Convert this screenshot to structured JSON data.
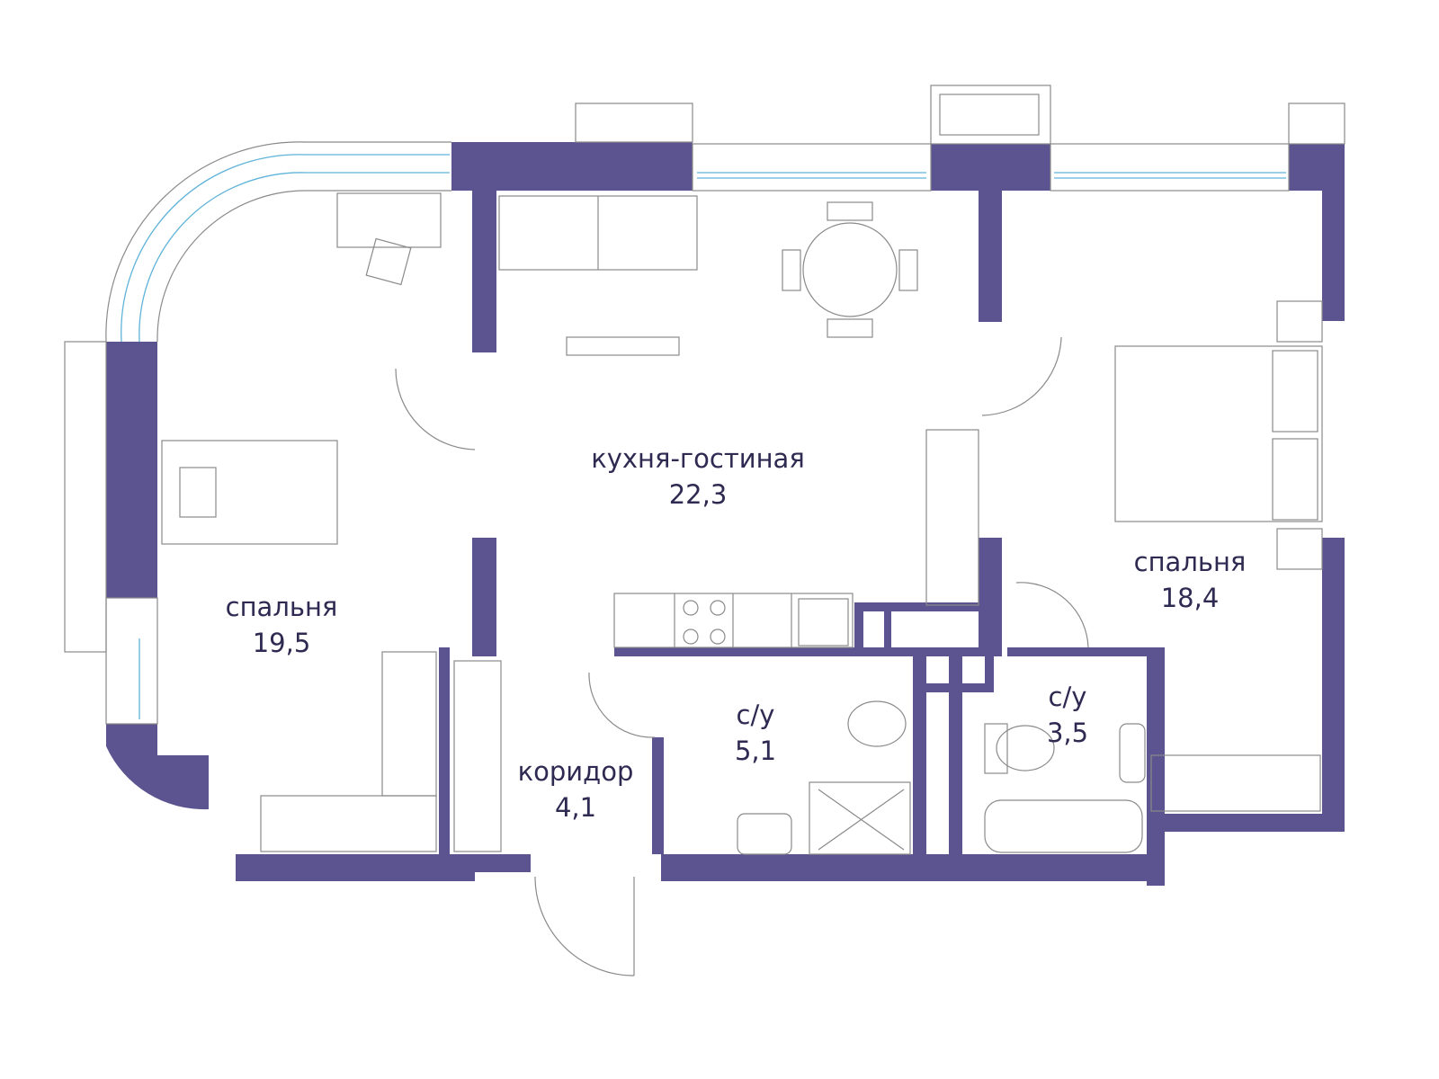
{
  "plan": {
    "wall_color": "#5b5490",
    "rooms": [
      {
        "name": "кухня-гостиная",
        "area": "22,3"
      },
      {
        "name": "спальня",
        "area": "19,5"
      },
      {
        "name": "спальня",
        "area": "18,4"
      },
      {
        "name": "с/у",
        "area": "5,1"
      },
      {
        "name": "с/у",
        "area": "3,5"
      },
      {
        "name": "коридор",
        "area": "4,1"
      }
    ]
  }
}
